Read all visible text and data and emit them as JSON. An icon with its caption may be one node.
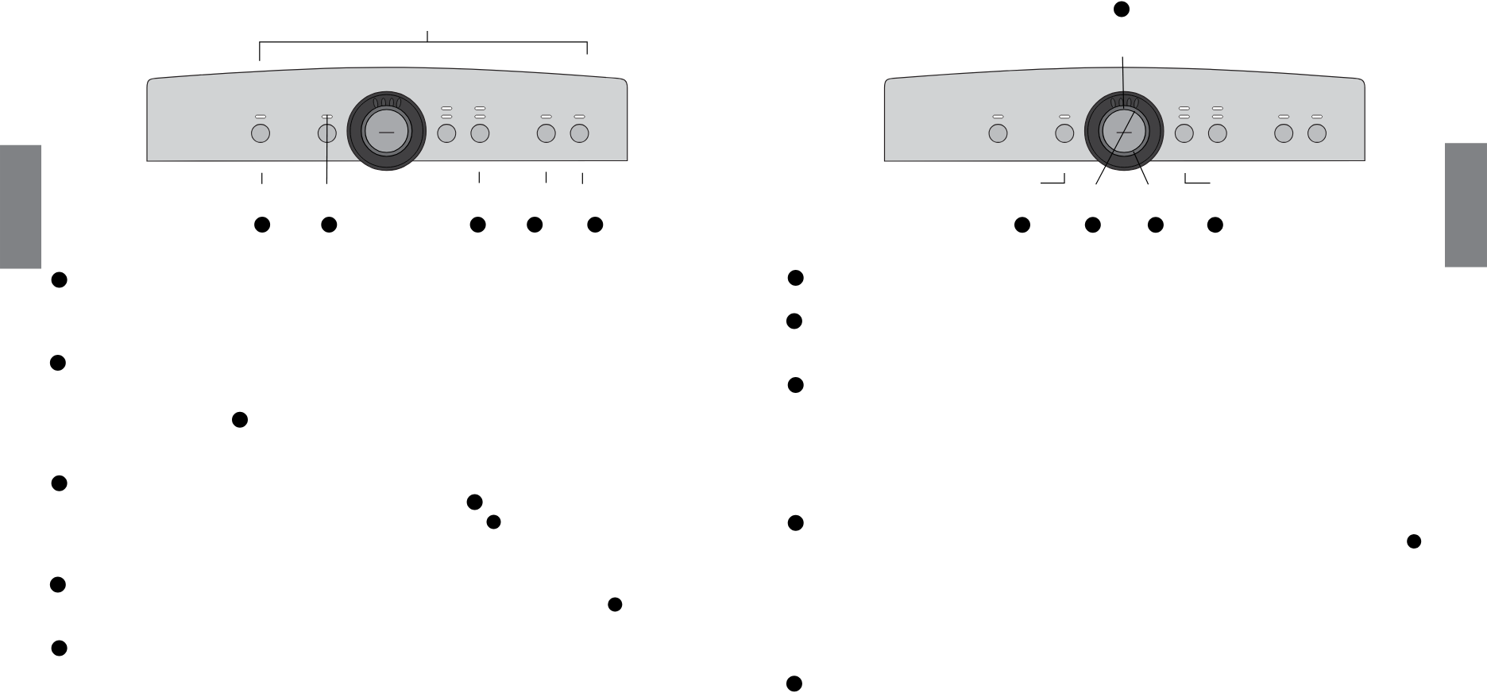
{
  "diagram": {
    "nodes": [
      {
        "text": [],
        "shape": "picture"
      },
      {
        "text": [],
        "shape": "button",
        "in": 0
      },
      {
        "text": [],
        "shape": "button",
        "in": 0
      },
      {
        "text": [],
        "shape": "knob",
        "in": 0
      },
      {
        "text": [],
        "shape": "button",
        "in": 0
      },
      {
        "text": [],
        "shape": "button",
        "in": 0
      },
      {
        "text": [],
        "shape": "button",
        "in": 0
      },
      {
        "text": [],
        "shape": "button",
        "in": 0
      },
      {
        "text": [],
        "shape": "circle"
      },
      {
        "text": [],
        "shape": "circle"
      },
      {
        "text": [],
        "shape": "circle"
      },
      {
        "text": [],
        "shape": "circle"
      },
      {
        "text": [],
        "shape": "circle"
      },
      {
        "text": [],
        "shape": "circle"
      },
      {
        "text": [],
        "shape": "circle"
      },
      {
        "text": [],
        "shape": "circle"
      },
      {
        "text": [],
        "shape": "circle"
      },
      {
        "text": [],
        "shape": "circle"
      },
      {
        "text": [],
        "shape": "circle"
      },
      {
        "text": [],
        "shape": "circle"
      },
      {
        "text": [],
        "shape": "circle"
      },
      {
        "text": [],
        "shape": "circle"
      },
      {
        "text": [],
        "shape": "circle"
      },
      {
        "text": [],
        "shape": "picture"
      },
      {
        "text": [],
        "shape": "button",
        "in": 23
      },
      {
        "text": [],
        "shape": "button",
        "in": 23
      },
      {
        "text": [],
        "shape": "knob",
        "in": 23
      },
      {
        "text": [],
        "shape": "button",
        "in": 23
      },
      {
        "text": [],
        "shape": "button",
        "in": 23
      },
      {
        "text": [],
        "shape": "button",
        "in": 23
      },
      {
        "text": [],
        "shape": "button",
        "in": 23
      },
      {
        "text": [],
        "shape": "circle"
      },
      {
        "text": [],
        "shape": "circle"
      },
      {
        "text": [],
        "shape": "circle"
      },
      {
        "text": [],
        "shape": "circle"
      },
      {
        "text": [],
        "shape": "circle"
      },
      {
        "text": [],
        "shape": "circle"
      },
      {
        "text": [],
        "shape": "circle"
      },
      {
        "text": [],
        "shape": "circle"
      },
      {
        "text": [],
        "shape": "circle"
      },
      {
        "text": [],
        "shape": "circle"
      }
    ],
    "edges": [
      {
        "from": null,
        "to": 2,
        "arrow": "none"
      },
      {
        "from": null,
        "to": 26,
        "arrow": "none"
      },
      {
        "from": null,
        "to": 26,
        "arrow": "none"
      },
      {
        "from": null,
        "to": 26,
        "arrow": "none"
      }
    ]
  }
}
